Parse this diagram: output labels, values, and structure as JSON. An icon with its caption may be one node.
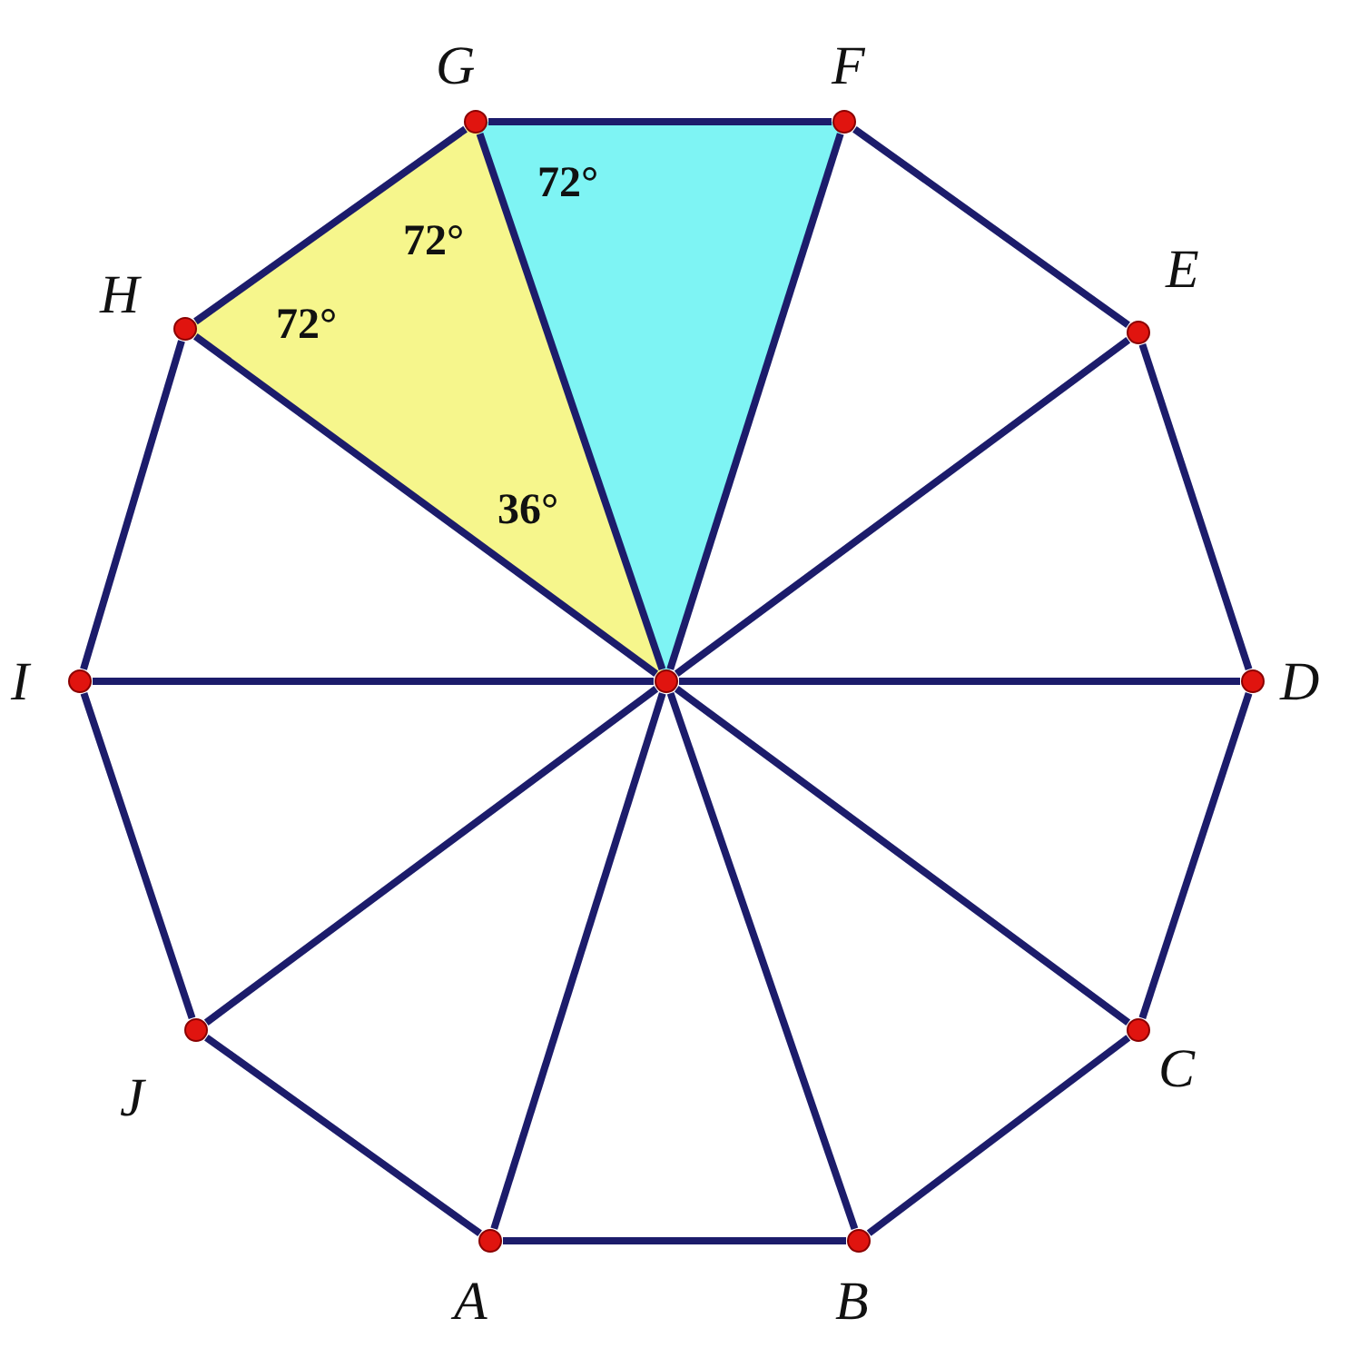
{
  "diagram": {
    "nodes": [
      {
        "text": [
          "G"
        ]
      },
      {
        "text": [
          "F"
        ]
      },
      {
        "text": [
          "H"
        ]
      },
      {
        "text": [
          "E"
        ]
      },
      {
        "text": [
          "I"
        ]
      },
      {
        "text": [],
        "shape": "circle"
      },
      {
        "text": [
          "D"
        ]
      },
      {
        "text": [
          "J"
        ]
      },
      {
        "text": [
          "C"
        ]
      },
      {
        "text": [
          "A"
        ]
      },
      {
        "text": [
          "B"
        ]
      }
    ],
    "edges": [
      {
        "from": 0,
        "to": 1,
        "arrow": "none"
      },
      {
        "from": 1,
        "to": 3,
        "arrow": "none"
      },
      {
        "from": 3,
        "to": 6,
        "arrow": "none"
      },
      {
        "from": 6,
        "to": 8,
        "arrow": "none"
      },
      {
        "from": 8,
        "to": 10,
        "arrow": "none"
      },
      {
        "from": 10,
        "to": 9,
        "arrow": "none"
      },
      {
        "from": 9,
        "to": 7,
        "arrow": "none"
      },
      {
        "from": 7,
        "to": 4,
        "arrow": "none"
      },
      {
        "from": 4,
        "to": 2,
        "arrow": "none"
      },
      {
        "from": 2,
        "to": 0,
        "arrow": "none"
      },
      {
        "from": 5,
        "to": 0,
        "arrow": "none"
      },
      {
        "from": 5,
        "to": 1,
        "arrow": "none"
      },
      {
        "from": 5,
        "to": 3,
        "arrow": "none"
      },
      {
        "from": 5,
        "to": 6,
        "arrow": "none"
      },
      {
        "from": 5,
        "to": 8,
        "arrow": "none"
      },
      {
        "from": 5,
        "to": 10,
        "arrow": "none"
      },
      {
        "from": 5,
        "to": 9,
        "arrow": "none"
      },
      {
        "from": 5,
        "to": 7,
        "arrow": "none"
      },
      {
        "from": 5,
        "to": 4,
        "arrow": "none"
      },
      {
        "from": 5,
        "to": 2,
        "arrow": "none"
      }
    ],
    "labels": [
      "72°",
      "72°",
      "72°",
      "36°"
    ]
  }
}
